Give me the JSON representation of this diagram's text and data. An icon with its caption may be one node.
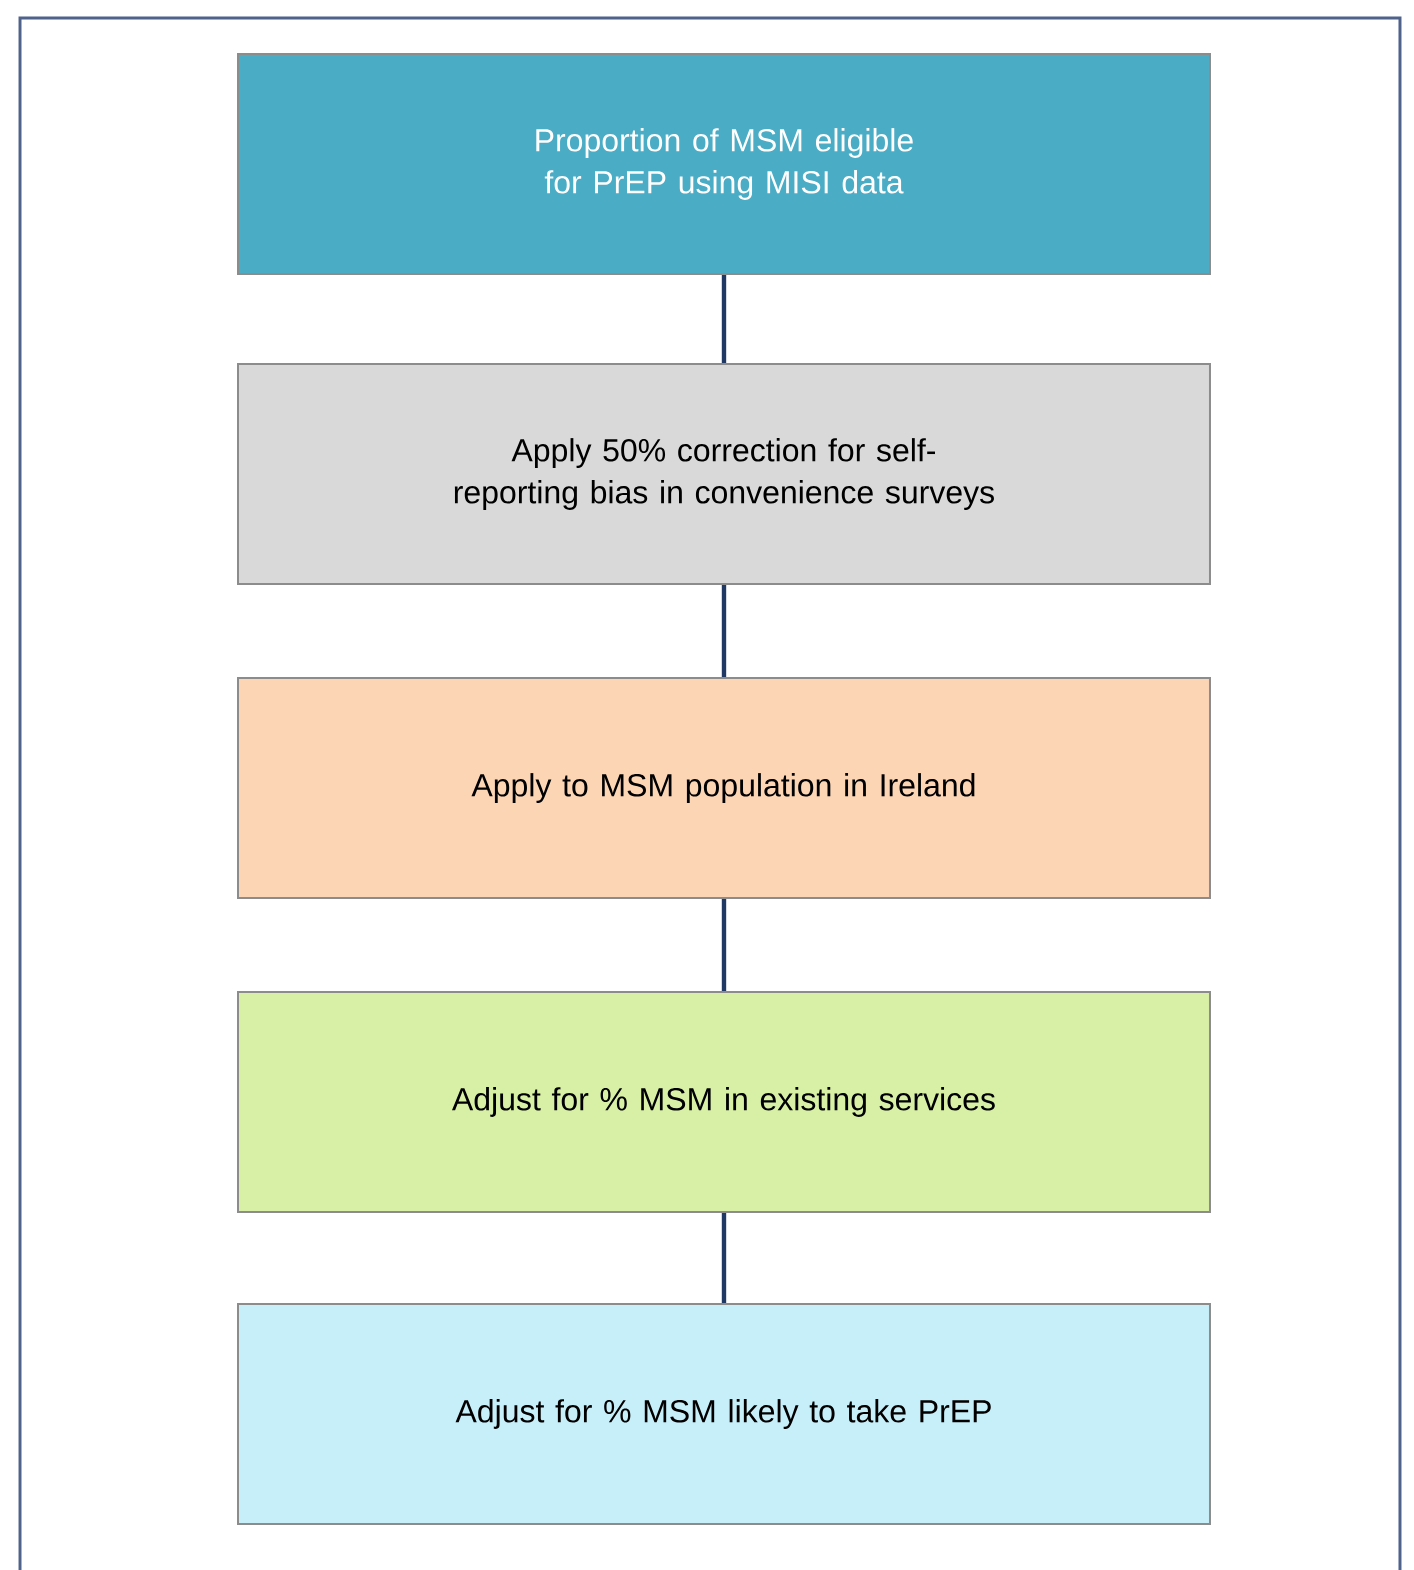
{
  "diagram": {
    "nodes": [
      {
        "text": [
          "Proportion of MSM eligible for PrEP using MISI data"
        ]
      },
      {
        "text": [
          "Apply 50% correction for self-reporting bias in convenience surveys"
        ]
      },
      {
        "text": [
          "Apply to MSM population in Ireland"
        ]
      },
      {
        "text": [
          "Adjust for % MSM in existing services"
        ]
      },
      {
        "text": [
          "Adjust for % MSM likely to take PrEP"
        ]
      }
    ],
    "edges": [
      {
        "from": 0,
        "to": 1,
        "arrow": "none"
      },
      {
        "from": 1,
        "to": 2,
        "arrow": "none"
      },
      {
        "from": 2,
        "to": 3,
        "arrow": "none"
      },
      {
        "from": 3,
        "to": 4,
        "arrow": "none"
      }
    ]
  }
}
